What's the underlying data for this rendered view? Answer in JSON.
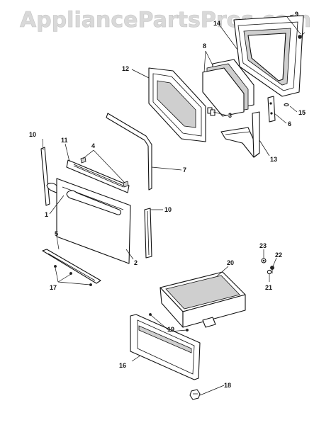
{
  "watermark": "AppliancePartsPros.com",
  "callouts": {
    "c1": "1",
    "c2": "2",
    "c3": "3",
    "c4": "4",
    "c5": "5",
    "c6": "6",
    "c7": "7",
    "c8": "8",
    "c9": "9",
    "c10a": "10",
    "c10b": "10",
    "c11": "11",
    "c12": "12",
    "c13": "13",
    "c14": "14",
    "c15": "15",
    "c16": "16",
    "c17": "17",
    "c18": "18",
    "c19": "19",
    "c20": "20",
    "c21": "21",
    "c22": "22",
    "c23": "23"
  },
  "colors": {
    "line": "#111111",
    "watermark": "#d9d9d9",
    "background": "#ffffff"
  }
}
